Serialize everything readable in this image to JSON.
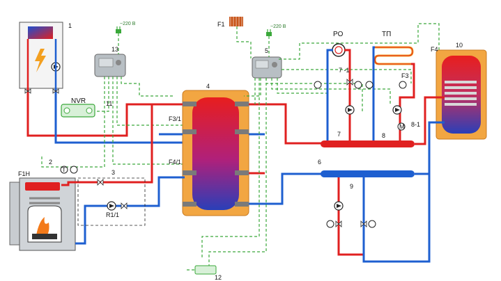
{
  "labels": {
    "n1": "1",
    "n2": "2",
    "n3": "3",
    "n4": "4",
    "n5": "5",
    "n6": "6",
    "n7": "7",
    "n7_1": "7 -1",
    "n8": "8",
    "n8_1": "8-1",
    "n9": "9",
    "n10": "10",
    "n11": "11",
    "n12": "12",
    "n13": "13",
    "f1": "F1",
    "f1h": "F1H",
    "f3": "F3",
    "f3_1": "F3/1",
    "f4": "F4",
    "f4_1": "F4/1",
    "r1_1": "R1/1",
    "nvr": "NVR",
    "po": "PO",
    "tp": "ТП",
    "v220_a": "~220 В",
    "v220_b": "~220 В"
  },
  "colors": {
    "hot": "#e02020",
    "cold": "#1e5fd0",
    "control": "#3aa83a",
    "tank_shell": "#f2a642",
    "unit_gray": "#b8bfc4"
  },
  "icons": [
    "boiler-icon",
    "solid-fuel-boiler-icon",
    "buffer-tank-icon",
    "dhw-tank-icon",
    "controller-icon",
    "pump-icon",
    "valve-icon",
    "thermometer-icon",
    "radiator-icon",
    "underfloor-heating-icon",
    "plug-icon",
    "sensor-icon",
    "manifold-icon"
  ]
}
